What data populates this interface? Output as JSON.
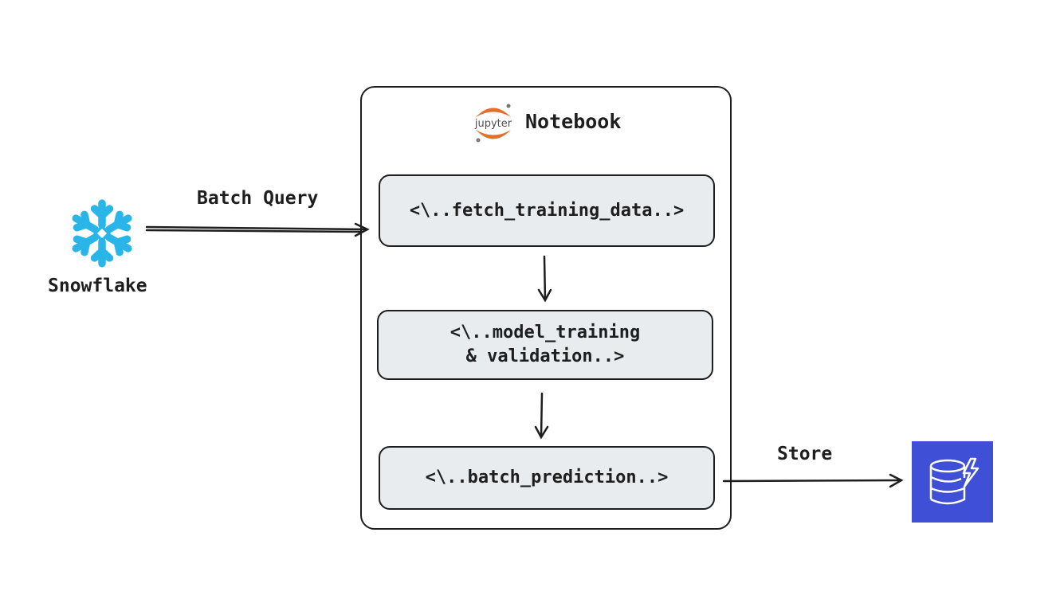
{
  "notebook": {
    "title": "Notebook",
    "logo_text": "jupyter",
    "cells": [
      "<\\..fetch_training_data..>",
      "<\\..model_training\n& validation..>",
      "<\\..batch_prediction..>"
    ]
  },
  "source": {
    "label": "Snowflake",
    "icon": "snowflake-icon",
    "color": "#29b5e8"
  },
  "edges": {
    "query_label": "Batch Query",
    "store_label": "Store"
  },
  "sink": {
    "icon": "dynamodb-icon",
    "color": "#3f4fd6"
  },
  "colors": {
    "cell_fill": "#e9ecef",
    "stroke": "#1e1e1e",
    "jupyter_orange": "#e46e2e"
  }
}
